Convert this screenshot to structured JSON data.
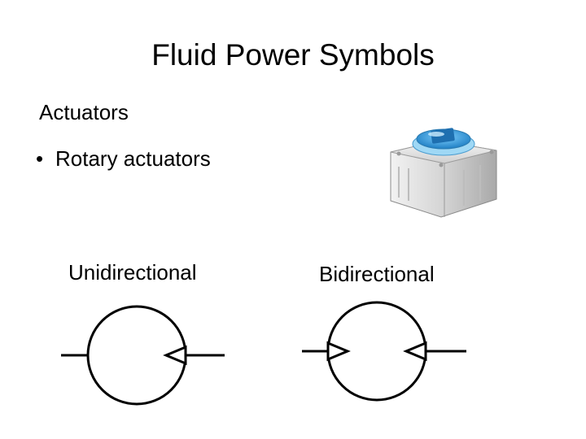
{
  "slide": {
    "title": "Fluid Power Symbols",
    "section": "Actuators",
    "bullets": [
      {
        "marker": "•",
        "text": "Rotary actuators"
      }
    ]
  },
  "symbols": {
    "unidirectional": {
      "label": "Unidirectional"
    },
    "bidirectional": {
      "label": "Bidirectional"
    }
  },
  "colors": {
    "line": "#000000",
    "actuator_body": "#d8d8d8",
    "actuator_window": "#2f9de0"
  },
  "icons": {
    "photo": "rotary-actuator-photo"
  }
}
